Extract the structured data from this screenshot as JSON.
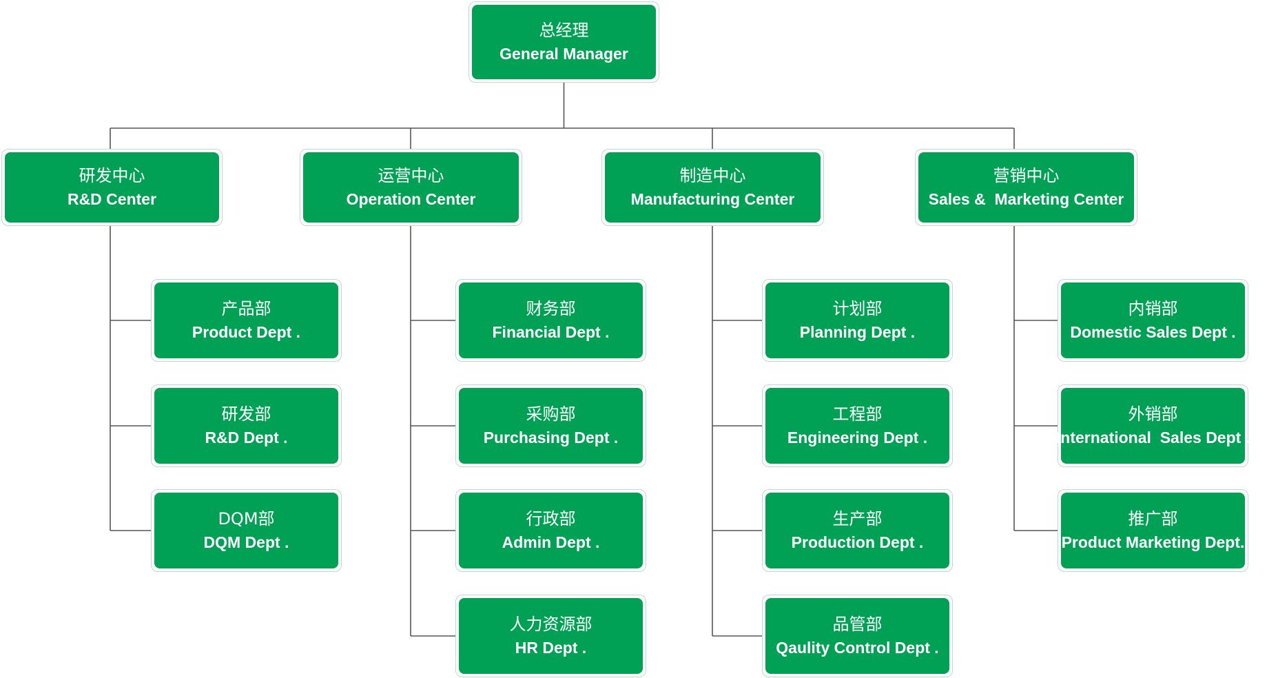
{
  "colors": {
    "box_fill": "#00a055",
    "box_border": "#b9ddc4",
    "connector": "#555555",
    "text": "#ffffff"
  },
  "root": {
    "zh": "总经理",
    "en": "General Manager"
  },
  "centers": [
    {
      "id": "rd",
      "zh": "研发中心",
      "en": "R&D Center",
      "depts": [
        {
          "zh": "产品部",
          "en": "Product Dept ."
        },
        {
          "zh": "研发部",
          "en": "R&D Dept ."
        },
        {
          "zh": "DQM部",
          "en": "DQM Dept ."
        }
      ]
    },
    {
      "id": "operation",
      "zh": "运营中心",
      "en": "Operation Center",
      "depts": [
        {
          "zh": "财务部",
          "en": "Financial Dept ."
        },
        {
          "zh": "采购部",
          "en": "Purchasing Dept ."
        },
        {
          "zh": "行政部",
          "en": "Admin Dept ."
        },
        {
          "zh": "人力资源部",
          "en": "HR Dept ."
        }
      ]
    },
    {
      "id": "manufacturing",
      "zh": "制造中心",
      "en": "Manufacturing Center",
      "depts": [
        {
          "zh": "计划部",
          "en": "Planning Dept ."
        },
        {
          "zh": "工程部",
          "en": "Engineering Dept ."
        },
        {
          "zh": "生产部",
          "en": "Production Dept ."
        },
        {
          "zh": "品管部",
          "en": "Qaulity Control Dept ."
        }
      ]
    },
    {
      "id": "sales",
      "zh": "营销中心",
      "en": "Sales &  Marketing Center",
      "depts": [
        {
          "zh": "内销部",
          "en": "Domestic Sales Dept ."
        },
        {
          "zh": "外销部",
          "en": "International  Sales Dept ."
        },
        {
          "zh": "推广部",
          "en": "Product Marketing Dept."
        }
      ]
    }
  ]
}
